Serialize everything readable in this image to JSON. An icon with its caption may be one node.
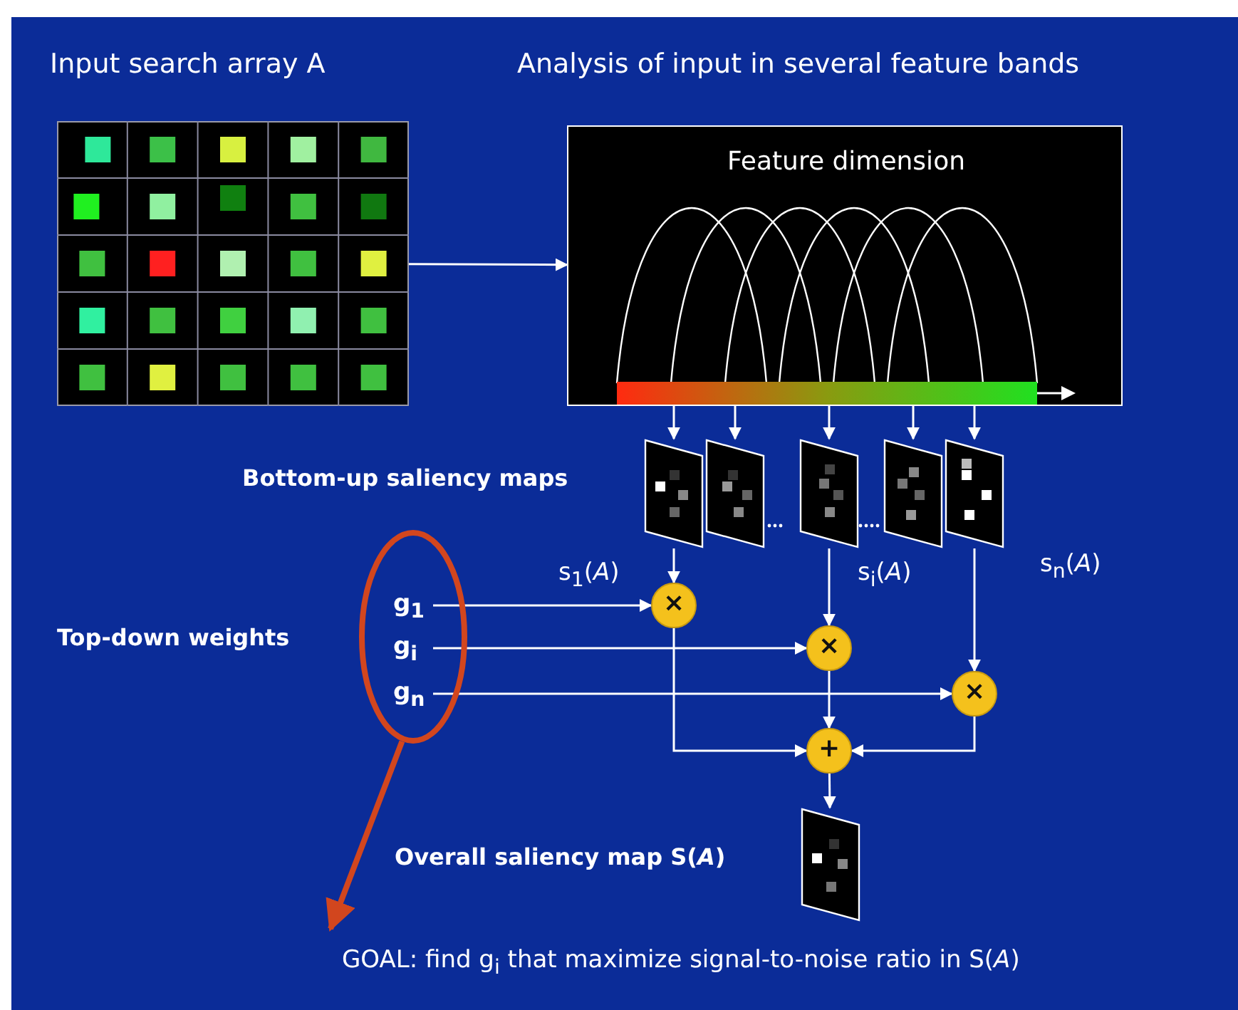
{
  "diagram": {
    "nodes": [
      {
        "text": [
          "Input search array A"
        ]
      },
      {
        "text": [
          "Analysis of input in several feature bands",
          "Feature dimension"
        ]
      },
      {
        "text": [],
        "shape": "picture",
        "beside": [
          "s$_{1}$(*A*)"
        ]
      },
      {
        "text": [],
        "shape": "picture"
      },
      {
        "text": [],
        "shape": "picture",
        "beside": [
          "s$_{i}$(*A*)"
        ]
      },
      {
        "text": [],
        "shape": "picture"
      },
      {
        "text": [],
        "shape": "picture",
        "beside": [
          "s$_{n}$(*A*)"
        ]
      },
      {
        "text": [
          "×"
        ]
      },
      {
        "text": [
          "×"
        ]
      },
      {
        "text": [
          "×"
        ]
      },
      {
        "text": [
          "+"
        ]
      },
      {
        "text": [],
        "shape": "ellipse"
      },
      {
        "text": [
          "g$_{1}$"
        ],
        "in": 11
      },
      {
        "text": [
          "g$_{i}$"
        ],
        "in": 11
      },
      {
        "text": [
          "g$_{n}$"
        ],
        "in": 11
      },
      {
        "text": [],
        "shape": "picture",
        "beside": [
          "Overall saliency map S(*A*)"
        ]
      },
      {
        "text": [
          "GOAL: find g$_{i}$ that maximize signal-to-noise ratio in S(*A*)"
        ]
      }
    ],
    "edges": [
      {
        "from": 0,
        "to": 1,
        "arrow": "to"
      },
      {
        "from": 1,
        "to": 2,
        "arrow": "to"
      },
      {
        "from": 1,
        "to": 3,
        "arrow": "to"
      },
      {
        "from": 1,
        "to": 4,
        "arrow": "to"
      },
      {
        "from": 1,
        "to": 5,
        "arrow": "to"
      },
      {
        "from": 1,
        "to": 6,
        "arrow": "to"
      },
      {
        "from": 2,
        "to": 7,
        "arrow": "to"
      },
      {
        "from": 4,
        "to": 8,
        "arrow": "to"
      },
      {
        "from": 6,
        "to": 9,
        "arrow": "to"
      },
      {
        "from": 12,
        "to": 7,
        "arrow": "to"
      },
      {
        "from": 13,
        "to": 8,
        "arrow": "to"
      },
      {
        "from": 14,
        "to": 9,
        "arrow": "to"
      },
      {
        "from": 7,
        "to": 10,
        "arrow": "to"
      },
      {
        "from": 8,
        "to": 10,
        "arrow": "to"
      },
      {
        "from": 9,
        "to": 10,
        "arrow": "to"
      },
      {
        "from": 10,
        "to": 15,
        "arrow": "to"
      },
      {
        "from": 11,
        "to": 16,
        "arrow": "to",
        "style": "thick",
        "color": "#d2461e"
      }
    ],
    "labels": [
      "Bottom-up saliency maps",
      "Top-down weights"
    ]
  }
}
